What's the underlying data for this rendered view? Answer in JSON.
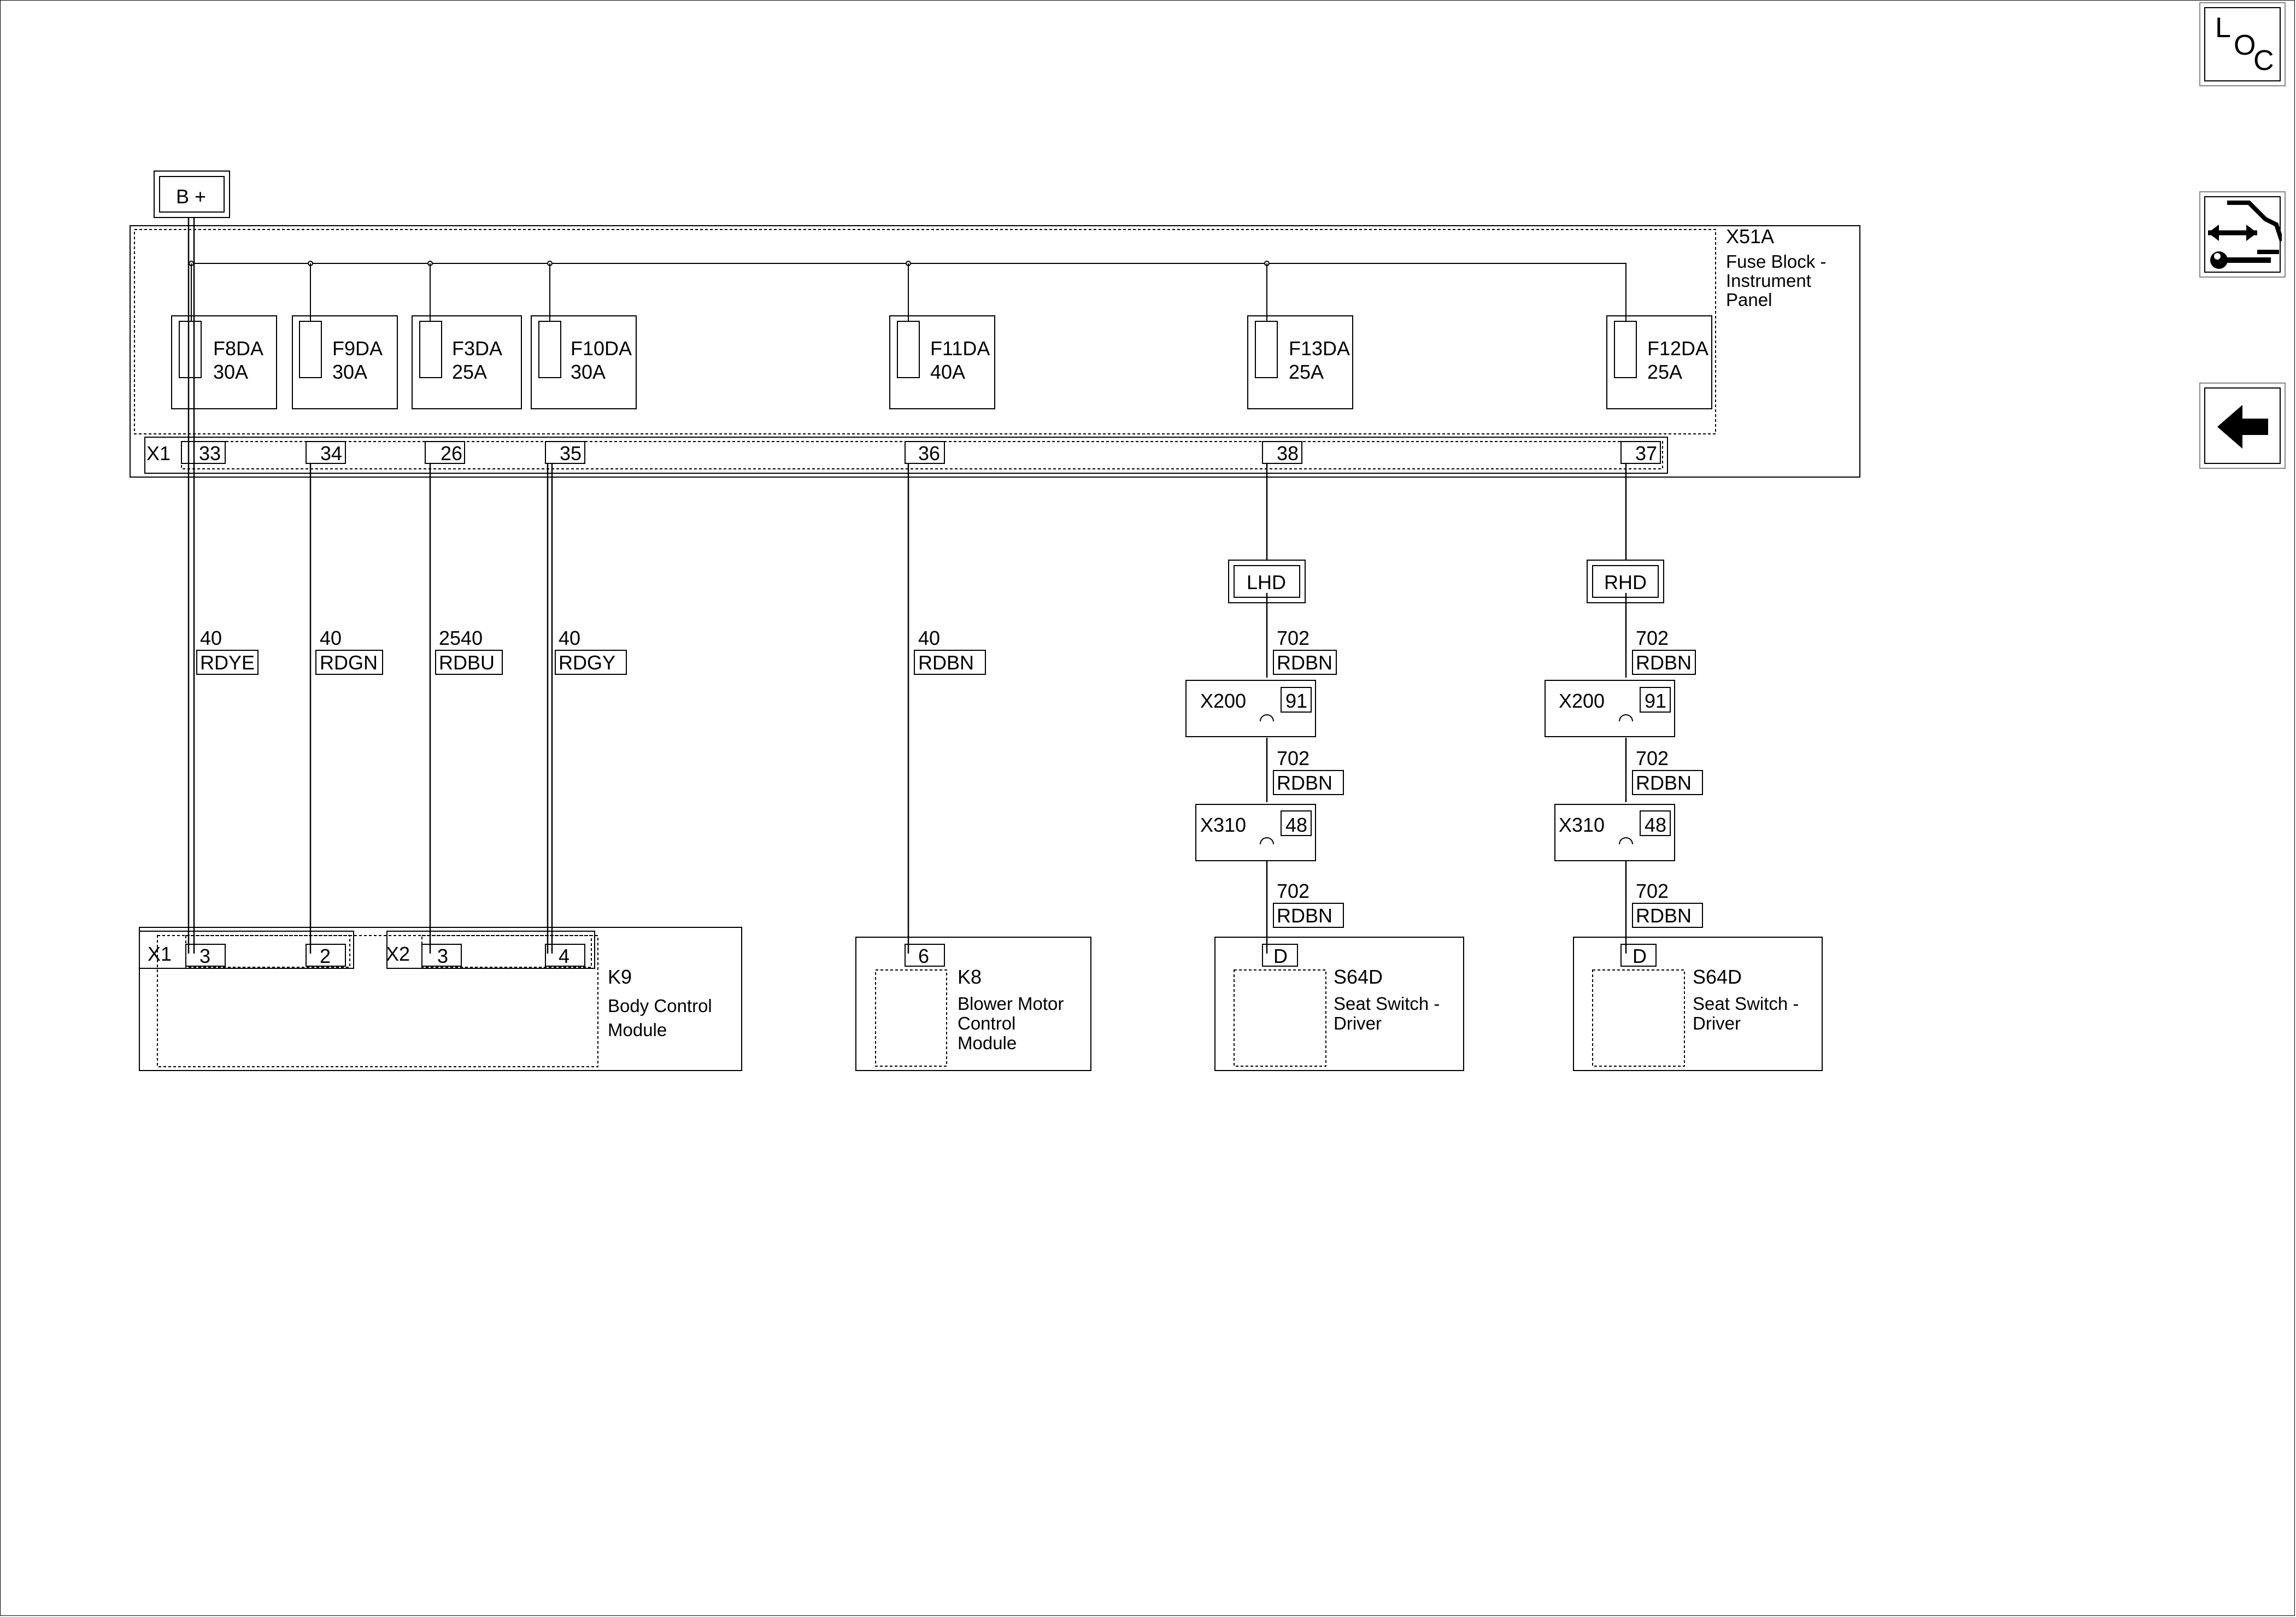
{
  "diagram": {
    "power_source": "B +",
    "fuse_block": {
      "id": "X51A",
      "name_lines": [
        "Fuse Block -",
        "Instrument",
        "Panel"
      ],
      "connector": "X1",
      "fuses": [
        {
          "name": "F8DA",
          "rating": "30A",
          "pin": "33"
        },
        {
          "name": "F9DA",
          "rating": "30A",
          "pin": "34"
        },
        {
          "name": "F3DA",
          "rating": "25A",
          "pin": "26"
        },
        {
          "name": "F10DA",
          "rating": "30A",
          "pin": "35"
        },
        {
          "name": "F11DA",
          "rating": "40A",
          "pin": "36"
        },
        {
          "name": "F13DA",
          "rating": "25A",
          "pin": "38"
        },
        {
          "name": "F12DA",
          "rating": "25A",
          "pin": "37"
        }
      ]
    },
    "wires": [
      {
        "circuit": "40",
        "color": "RDYE"
      },
      {
        "circuit": "40",
        "color": "RDGN"
      },
      {
        "circuit": "2540",
        "color": "RDBU"
      },
      {
        "circuit": "40",
        "color": "RDGY"
      },
      {
        "circuit": "40",
        "color": "RDBN"
      }
    ],
    "options": [
      "LHD",
      "RHD"
    ],
    "seat_branch": {
      "circuit": "702",
      "color": "RDBN",
      "inline_connectors": [
        {
          "id": "X200",
          "pin": "91"
        },
        {
          "id": "X310",
          "pin": "48"
        }
      ]
    },
    "components": {
      "k9": {
        "id": "K9",
        "name_lines": [
          "Body Control",
          "Module"
        ],
        "x1": {
          "label": "X1",
          "pins": [
            "3",
            "2"
          ]
        },
        "x2": {
          "label": "X2",
          "pins": [
            "3",
            "4"
          ]
        }
      },
      "k8": {
        "id": "K8",
        "name_lines": [
          "Blower Motor",
          "Control",
          "Module"
        ],
        "pin": "6"
      },
      "s64d": {
        "id": "S64D",
        "name_lines": [
          "Seat Switch -",
          "Driver"
        ],
        "pin": "D"
      }
    }
  },
  "nav": {
    "loc_letters": [
      "L",
      "O",
      "C"
    ],
    "icons": [
      "location-icon",
      "connector-tool-icon",
      "back-arrow-icon"
    ]
  }
}
